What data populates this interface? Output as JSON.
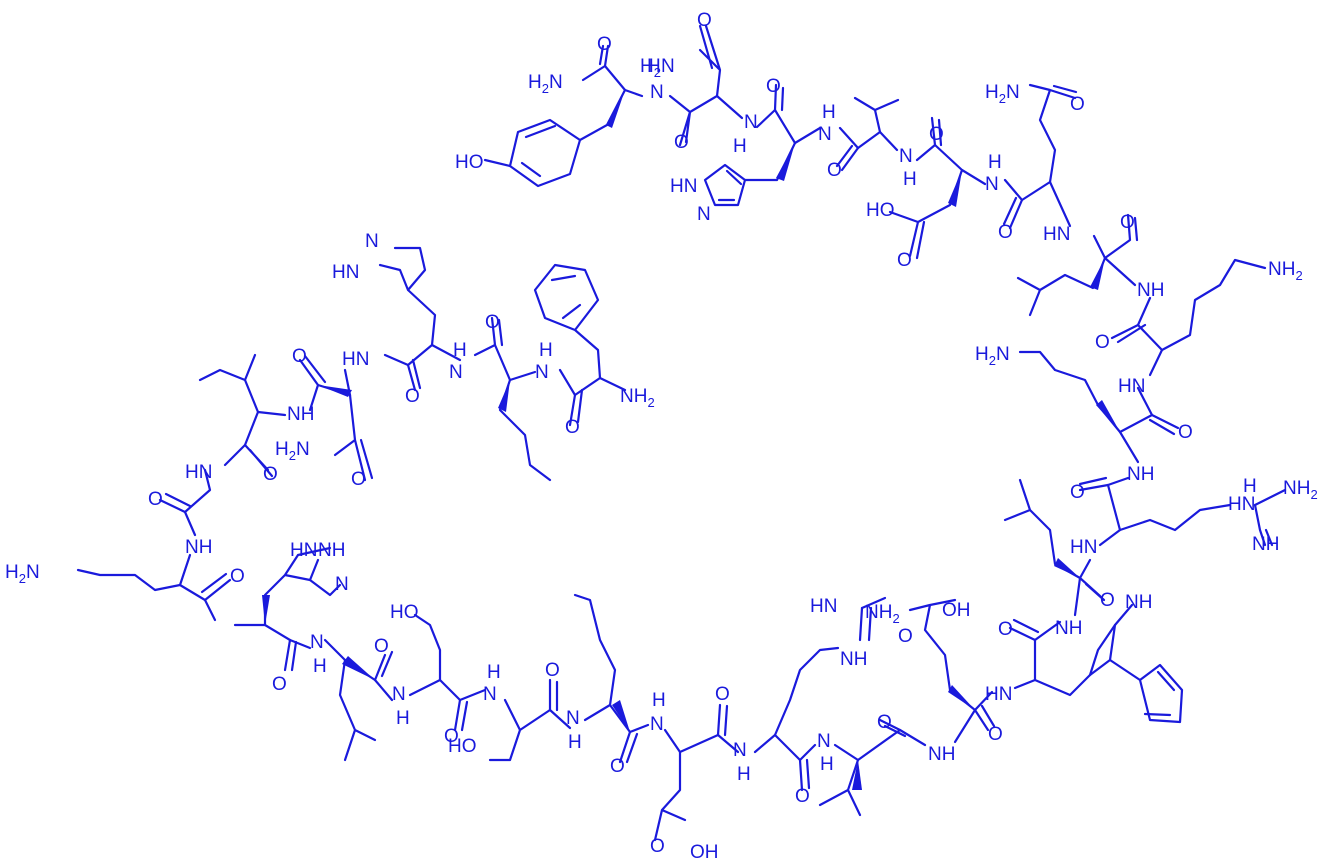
{
  "diagram": {
    "type": "chemical-structure",
    "color": "#1a1adc",
    "labels": [
      {
        "id": "nh2_tyr",
        "text": "H2N",
        "sub": "2",
        "kind": "h2n"
      },
      {
        "id": "o_tyr",
        "text": "O"
      },
      {
        "id": "h_tyr",
        "text": "H"
      },
      {
        "id": "nh_tyr",
        "text": "N"
      },
      {
        "id": "nh2_asn1",
        "text": "H2N",
        "sub": "2",
        "kind": "h2n"
      },
      {
        "id": "o_asn1a",
        "text": "O"
      },
      {
        "id": "o_asn1b",
        "text": "O"
      },
      {
        "id": "nh_asn1",
        "text": "N"
      },
      {
        "id": "h_asn1",
        "text": "H"
      },
      {
        "id": "ho_tyr",
        "text": "HO"
      },
      {
        "id": "o_his1",
        "text": "O"
      },
      {
        "id": "nh_his1",
        "text": "N"
      },
      {
        "id": "h_his1",
        "text": "H"
      },
      {
        "id": "hn_im1",
        "text": "HN"
      },
      {
        "id": "n_im1",
        "text": "N"
      },
      {
        "id": "o_val1",
        "text": "O"
      },
      {
        "id": "nh_val1",
        "text": "N"
      },
      {
        "id": "h_val1",
        "text": "H"
      },
      {
        "id": "o_asp1",
        "text": "O"
      },
      {
        "id": "ho_asp1",
        "text": "HO"
      },
      {
        "id": "o_asp1b",
        "text": "O"
      },
      {
        "id": "nh_asp1",
        "text": "N"
      },
      {
        "id": "h_asp1",
        "text": "H"
      },
      {
        "id": "nh2_gln",
        "text": "H2N",
        "sub": "2",
        "kind": "h2n"
      },
      {
        "id": "o_gln",
        "text": "O"
      },
      {
        "id": "o_gln2",
        "text": "O"
      },
      {
        "id": "hn_leu1",
        "text": "HN"
      },
      {
        "id": "o_leu1",
        "text": "O"
      },
      {
        "id": "nh_lys1",
        "text": "NH"
      },
      {
        "id": "nh2_lys1",
        "text": "NH2",
        "sub": "2",
        "kind": "nh2"
      },
      {
        "id": "o_lys1",
        "text": "O"
      },
      {
        "id": "hn_lys2",
        "text": "HN"
      },
      {
        "id": "h2n_lys2",
        "text": "H2N",
        "sub": "2",
        "kind": "h2n"
      },
      {
        "id": "o_lys2",
        "text": "O"
      },
      {
        "id": "nh_arg1",
        "text": "NH"
      },
      {
        "id": "o_arg1",
        "text": "O"
      },
      {
        "id": "hn_guan1",
        "text": "HN"
      },
      {
        "id": "h_guan1",
        "text": "H"
      },
      {
        "id": "nh2_guan1",
        "text": "NH2",
        "sub": "2",
        "kind": "nh2"
      },
      {
        "id": "nh_guan1",
        "text": "NH"
      },
      {
        "id": "hn_arg1b",
        "text": "HN"
      },
      {
        "id": "o_leu2",
        "text": "O"
      },
      {
        "id": "o_trp",
        "text": "O"
      },
      {
        "id": "nh_leu2",
        "text": "NH"
      },
      {
        "id": "hn_ind",
        "text": "NH"
      },
      {
        "id": "hn_trp",
        "text": "HN"
      },
      {
        "id": "o_trp2",
        "text": "O"
      },
      {
        "id": "oh_glu1",
        "text": "OH"
      },
      {
        "id": "o_glu1",
        "text": "O"
      },
      {
        "id": "nh_glu1",
        "text": "NH"
      },
      {
        "id": "hn_guan2",
        "text": "HN"
      },
      {
        "id": "nh2_guan2",
        "text": "NH2",
        "sub": "2",
        "kind": "nh2"
      },
      {
        "id": "nh_guan2",
        "text": "NH"
      },
      {
        "id": "o_val2",
        "text": "O"
      },
      {
        "id": "nh_val2",
        "text": "N"
      },
      {
        "id": "h_val2",
        "text": "H"
      },
      {
        "id": "o_arg2",
        "text": "O"
      },
      {
        "id": "nh_arg2",
        "text": "N"
      },
      {
        "id": "h_arg2",
        "text": "H"
      },
      {
        "id": "o_glu2",
        "text": "O"
      },
      {
        "id": "nh_glu2",
        "text": "N"
      },
      {
        "id": "h_glu2",
        "text": "H"
      },
      {
        "id": "o_glu2b",
        "text": "O"
      },
      {
        "id": "oh_glu2",
        "text": "OH"
      },
      {
        "id": "o_nle1",
        "text": "O"
      },
      {
        "id": "nh_nle1",
        "text": "N"
      },
      {
        "id": "h_nle1",
        "text": "H"
      },
      {
        "id": "o_ser1",
        "text": "O"
      },
      {
        "id": "nh_ser1",
        "text": "N"
      },
      {
        "id": "h_ser1",
        "text": "H"
      },
      {
        "id": "ho_ser1",
        "text": "HO"
      },
      {
        "id": "o_ser2",
        "text": "O"
      },
      {
        "id": "nh_ser2",
        "text": "N"
      },
      {
        "id": "h_ser2",
        "text": "H"
      },
      {
        "id": "ho_ser2",
        "text": "HO"
      },
      {
        "id": "o_leu3",
        "text": "O"
      },
      {
        "id": "nh_leu3",
        "text": "N"
      },
      {
        "id": "h_leu3",
        "text": "H"
      },
      {
        "id": "o_his2",
        "text": "O"
      },
      {
        "id": "nh_his2",
        "text": "NH"
      },
      {
        "id": "n_im2",
        "text": "N"
      },
      {
        "id": "hn_his2",
        "text": "HN"
      },
      {
        "id": "o_lys3",
        "text": "O"
      },
      {
        "id": "nh_lys3",
        "text": "NH"
      },
      {
        "id": "h2n_lys3",
        "text": "H2N",
        "sub": "2",
        "kind": "h2n"
      },
      {
        "id": "o_gly",
        "text": "O"
      },
      {
        "id": "hn_gly",
        "text": "HN"
      },
      {
        "id": "o_leu4",
        "text": "O"
      },
      {
        "id": "nh_leu4",
        "text": "NH"
      },
      {
        "id": "o_asn2",
        "text": "O"
      },
      {
        "id": "h2n_asn2",
        "text": "H2N",
        "sub": "2",
        "kind": "h2n"
      },
      {
        "id": "o_asn2b",
        "text": "O"
      },
      {
        "id": "hn_asn2",
        "text": "HN"
      },
      {
        "id": "o_his3",
        "text": "O"
      },
      {
        "id": "hn_im3",
        "text": "HN"
      },
      {
        "id": "n_im3",
        "text": "N"
      },
      {
        "id": "nh_his3",
        "text": "N"
      },
      {
        "id": "h_his3",
        "text": "H"
      },
      {
        "id": "o_nle2",
        "text": "O"
      },
      {
        "id": "nh_nle2",
        "text": "N"
      },
      {
        "id": "h_nle2",
        "text": "H"
      },
      {
        "id": "o_phe",
        "text": "O"
      },
      {
        "id": "nh2_phe",
        "text": "NH2",
        "sub": "2",
        "kind": "nh2"
      }
    ]
  }
}
